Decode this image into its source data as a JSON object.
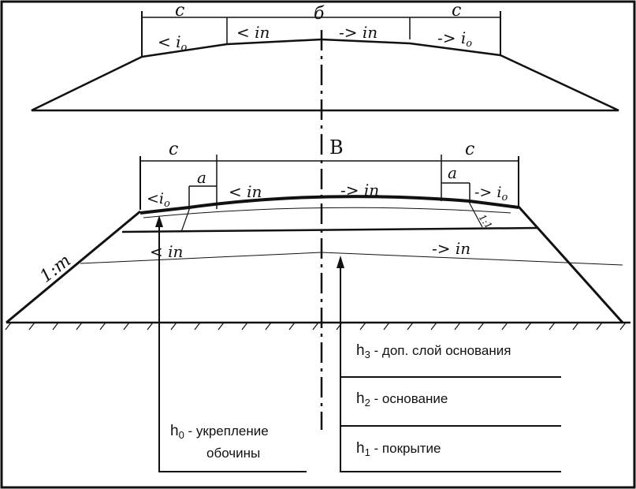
{
  "top_profile": {
    "dim_c_left": "c",
    "dim_b": "б",
    "dim_c_right": "c",
    "slope_io_left": "< i",
    "slope_io_left_sub": "o",
    "slope_in_left": "< in",
    "slope_in_right": "-> in",
    "slope_io_right": "-> i",
    "slope_io_right_sub": "o"
  },
  "bottom_profile": {
    "dim_c_left": "c",
    "dim_b": "B",
    "dim_c_right": "c",
    "dim_a_left": "a",
    "dim_a_right": "a",
    "slope_io_left": "<i",
    "slope_io_left_sub": "o",
    "slope_in_left": "< in",
    "slope_in_right": "-> in",
    "slope_io_right": "-> i",
    "slope_io_right_sub": "o",
    "ratio_right": "1:1",
    "layer_slope_left": "< in",
    "layer_slope_right": "-> in",
    "embankment_slope": "1:m"
  },
  "legend": {
    "h3": {
      "sym": "h",
      "sub": "3",
      "text": " - доп. слой основания"
    },
    "h2": {
      "sym": "h",
      "sub": "2",
      "text": " - основание"
    },
    "h1": {
      "sym": "h",
      "sub": "1",
      "text": " - покрытие"
    },
    "h0": {
      "sym": "h",
      "sub": "0",
      "line1": " - укрепление",
      "line2": "обочины"
    }
  }
}
